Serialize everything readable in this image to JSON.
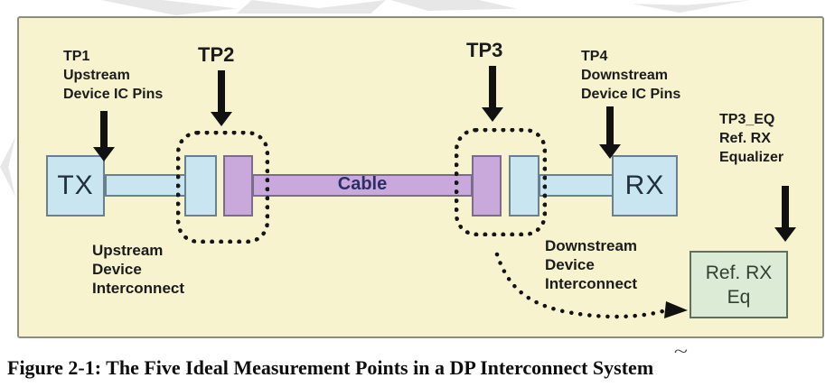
{
  "figure": {
    "caption": "Figure 2-1: The Five Ideal Measurement Points in a DP Interconnect System",
    "caption_mark": "~"
  },
  "panel": {
    "tx_label": "TX",
    "rx_label": "RX",
    "cable_label": "Cable",
    "ref_rx_eq_box": [
      "Ref. RX",
      "Eq"
    ],
    "tp1": [
      "TP1",
      "Upstream",
      "Device IC Pins"
    ],
    "tp2": "TP2",
    "tp3": "TP3",
    "tp4": [
      "TP4",
      "Downstream",
      "Device IC Pins"
    ],
    "tp3_eq": [
      "TP3_EQ",
      "Ref. RX",
      "Equalizer"
    ],
    "upstream_interconnect": [
      "Upstream",
      "Device",
      "Interconnect"
    ],
    "downstream_interconnect": [
      "Downstream",
      "Device",
      "Interconnect"
    ]
  },
  "colors": {
    "panel_bg": "#F8F3CF",
    "device_box_fill": "#C9E5F0",
    "cable_fill": "#C9A9DC",
    "eq_box_fill": "#DCEBD5",
    "arrow": "#111111",
    "cable_text": "#2E2E66"
  }
}
